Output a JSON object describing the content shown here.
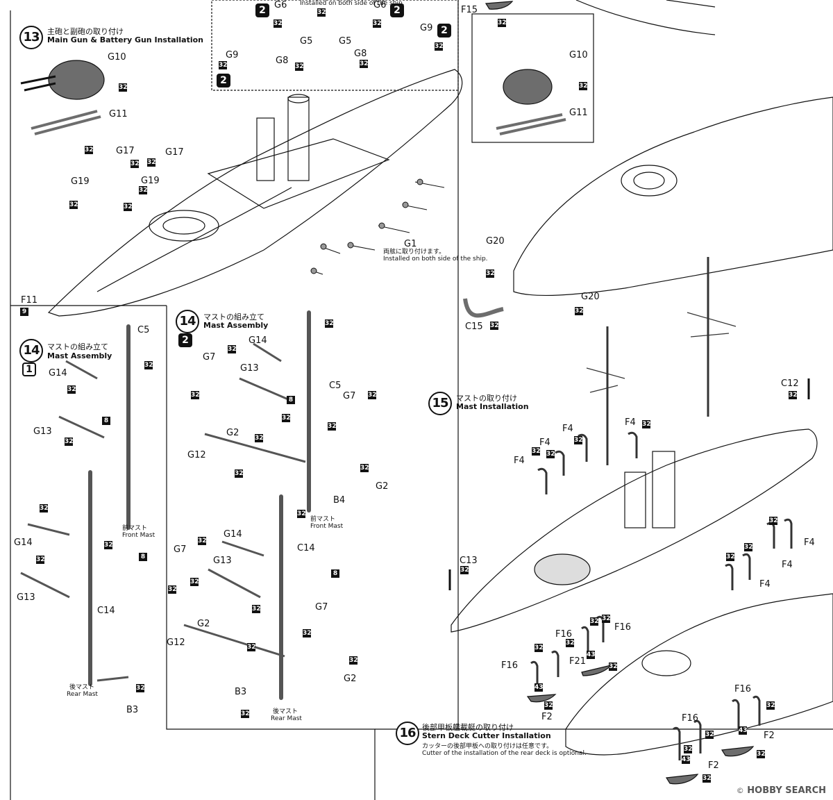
{
  "steps": {
    "s13": {
      "num": "13",
      "jp": "主砲と副砲の取り付け",
      "en": "Main Gun & Battery Gun Installation"
    },
    "s14a": {
      "num": "14",
      "jp": "マストの組み立て",
      "en": "Mast Assembly",
      "sheet": "1"
    },
    "s14b": {
      "num": "14",
      "jp": "マストの組み立て",
      "en": "Mast Assembly",
      "sheet": "2"
    },
    "s15": {
      "num": "15",
      "jp": "マストの取り付け",
      "en": "Mast Installation"
    },
    "s16": {
      "num": "16",
      "jp": "後部甲板艦載艇の取り付け",
      "en": "Stern Deck Cutter Installation",
      "note_jp": "カッターの後部甲板への取り付けは任意です。",
      "note_en": "Cutter of the installation of the rear deck is optional."
    }
  },
  "notes": {
    "g1_jp": "両舷に取り付けます。",
    "g1_en": "Installed on both side of the ship.",
    "top_fragment": "Installed on both side of the ship.",
    "front_mast_jp": "前マスト",
    "front_mast_en": "Front Mast",
    "rear_mast_jp": "後マスト",
    "rear_mast_en": "Rear Mast"
  },
  "parts": {
    "G6a": "G6",
    "G6b": "G6",
    "G5a": "G5",
    "G5b": "G5",
    "G9a": "G9",
    "G9b": "G9",
    "G8a": "G8",
    "G8b": "G8",
    "F15": "F15",
    "G10a": "G10",
    "G11a": "G11",
    "G10b": "G10",
    "G11b": "G11",
    "G17a": "G17",
    "G17b": "G17",
    "G19a": "G19",
    "G19b": "G19",
    "G1": "G1",
    "F11": "F11",
    "G20a": "G20",
    "G20b": "G20",
    "C15": "C15",
    "C5a": "C5",
    "G14a": "G14",
    "G13a": "G13",
    "G14b": "G14",
    "G13b": "G13",
    "C14a": "C14",
    "G14c": "G14",
    "G7a": "G7",
    "G13c": "G13",
    "C5b": "C5",
    "G7b": "G7",
    "G2a": "G2",
    "G12a": "G12",
    "B4": "B4",
    "G2b": "G2",
    "G7c": "G7",
    "G14d": "G14",
    "G13d": "G13",
    "C14b": "C14",
    "G2c": "G2",
    "G12b": "G12",
    "G7d": "G7",
    "G2d": "G2",
    "B3a": "B3",
    "B3b": "B3",
    "C12": "C12",
    "C13": "C13",
    "F4a": "F4",
    "F4b": "F4",
    "F4c": "F4",
    "F4d": "F4",
    "F4e": "F4",
    "F4f": "F4",
    "F4g": "F4",
    "F16a": "F16",
    "F16b": "F16",
    "F16c": "F16",
    "F16d": "F16",
    "F16e": "F16",
    "F21": "F21",
    "F2a": "F2",
    "F2b": "F2",
    "F2c": "F2"
  },
  "badges": {
    "b32": "32",
    "b8": "8",
    "b43": "43",
    "b9": "9"
  },
  "watermark": {
    "brand": "HOBBY SEARCH",
    "copy": "©"
  },
  "colors": {
    "ink": "#111111",
    "part_fill": "#6d6d6d",
    "paper": "#ffffff"
  }
}
